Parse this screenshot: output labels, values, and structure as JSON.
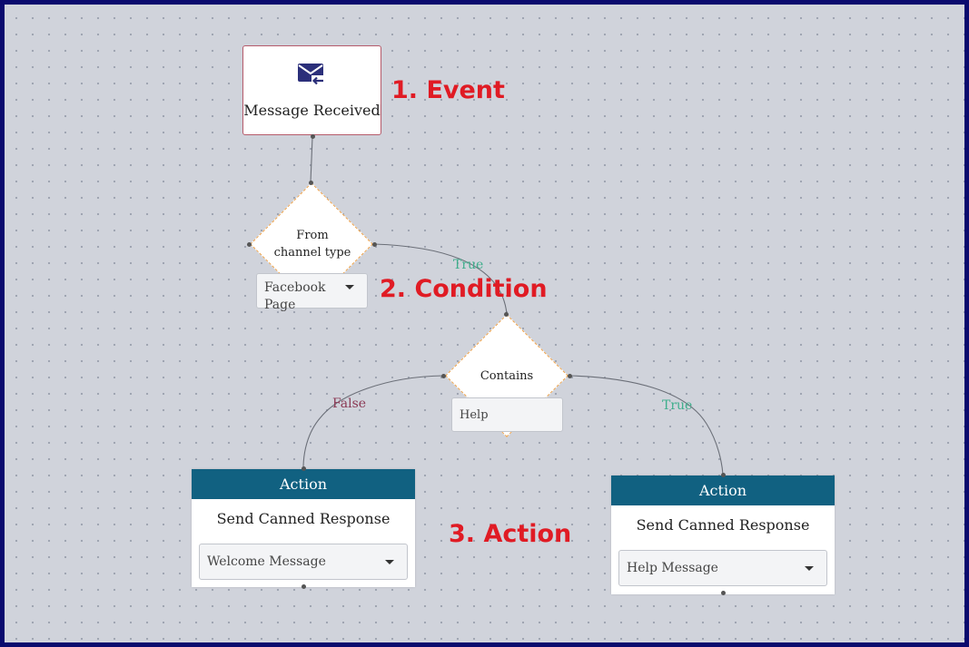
{
  "colors": {
    "frame": "#0b0b6e",
    "canvas": "#d0d3db",
    "action_header": "#116181",
    "true_label": "#3fae8c",
    "false_label": "#8b3a55",
    "condition_border": "#f0a44c",
    "event_border": "#b55a6a",
    "callout": "#e01b24",
    "edge": "#6b6f78"
  },
  "event_node": {
    "label": "Message Received",
    "icon": "mail-received-icon"
  },
  "condition1": {
    "label_line1": "From",
    "label_line2": "channel type",
    "selected": "Facebook Page"
  },
  "condition2": {
    "label": "Contains",
    "value": "Help"
  },
  "edges": {
    "true1": "True",
    "false2": "False",
    "true2": "True"
  },
  "action1": {
    "header": "Action",
    "title": "Send Canned Response",
    "selected": "Welcome Message"
  },
  "action2": {
    "header": "Action",
    "title": "Send Canned Response",
    "selected": "Help Message"
  },
  "callouts": {
    "event": "1. Event",
    "condition": "2. Condition",
    "action": "3. Action"
  }
}
